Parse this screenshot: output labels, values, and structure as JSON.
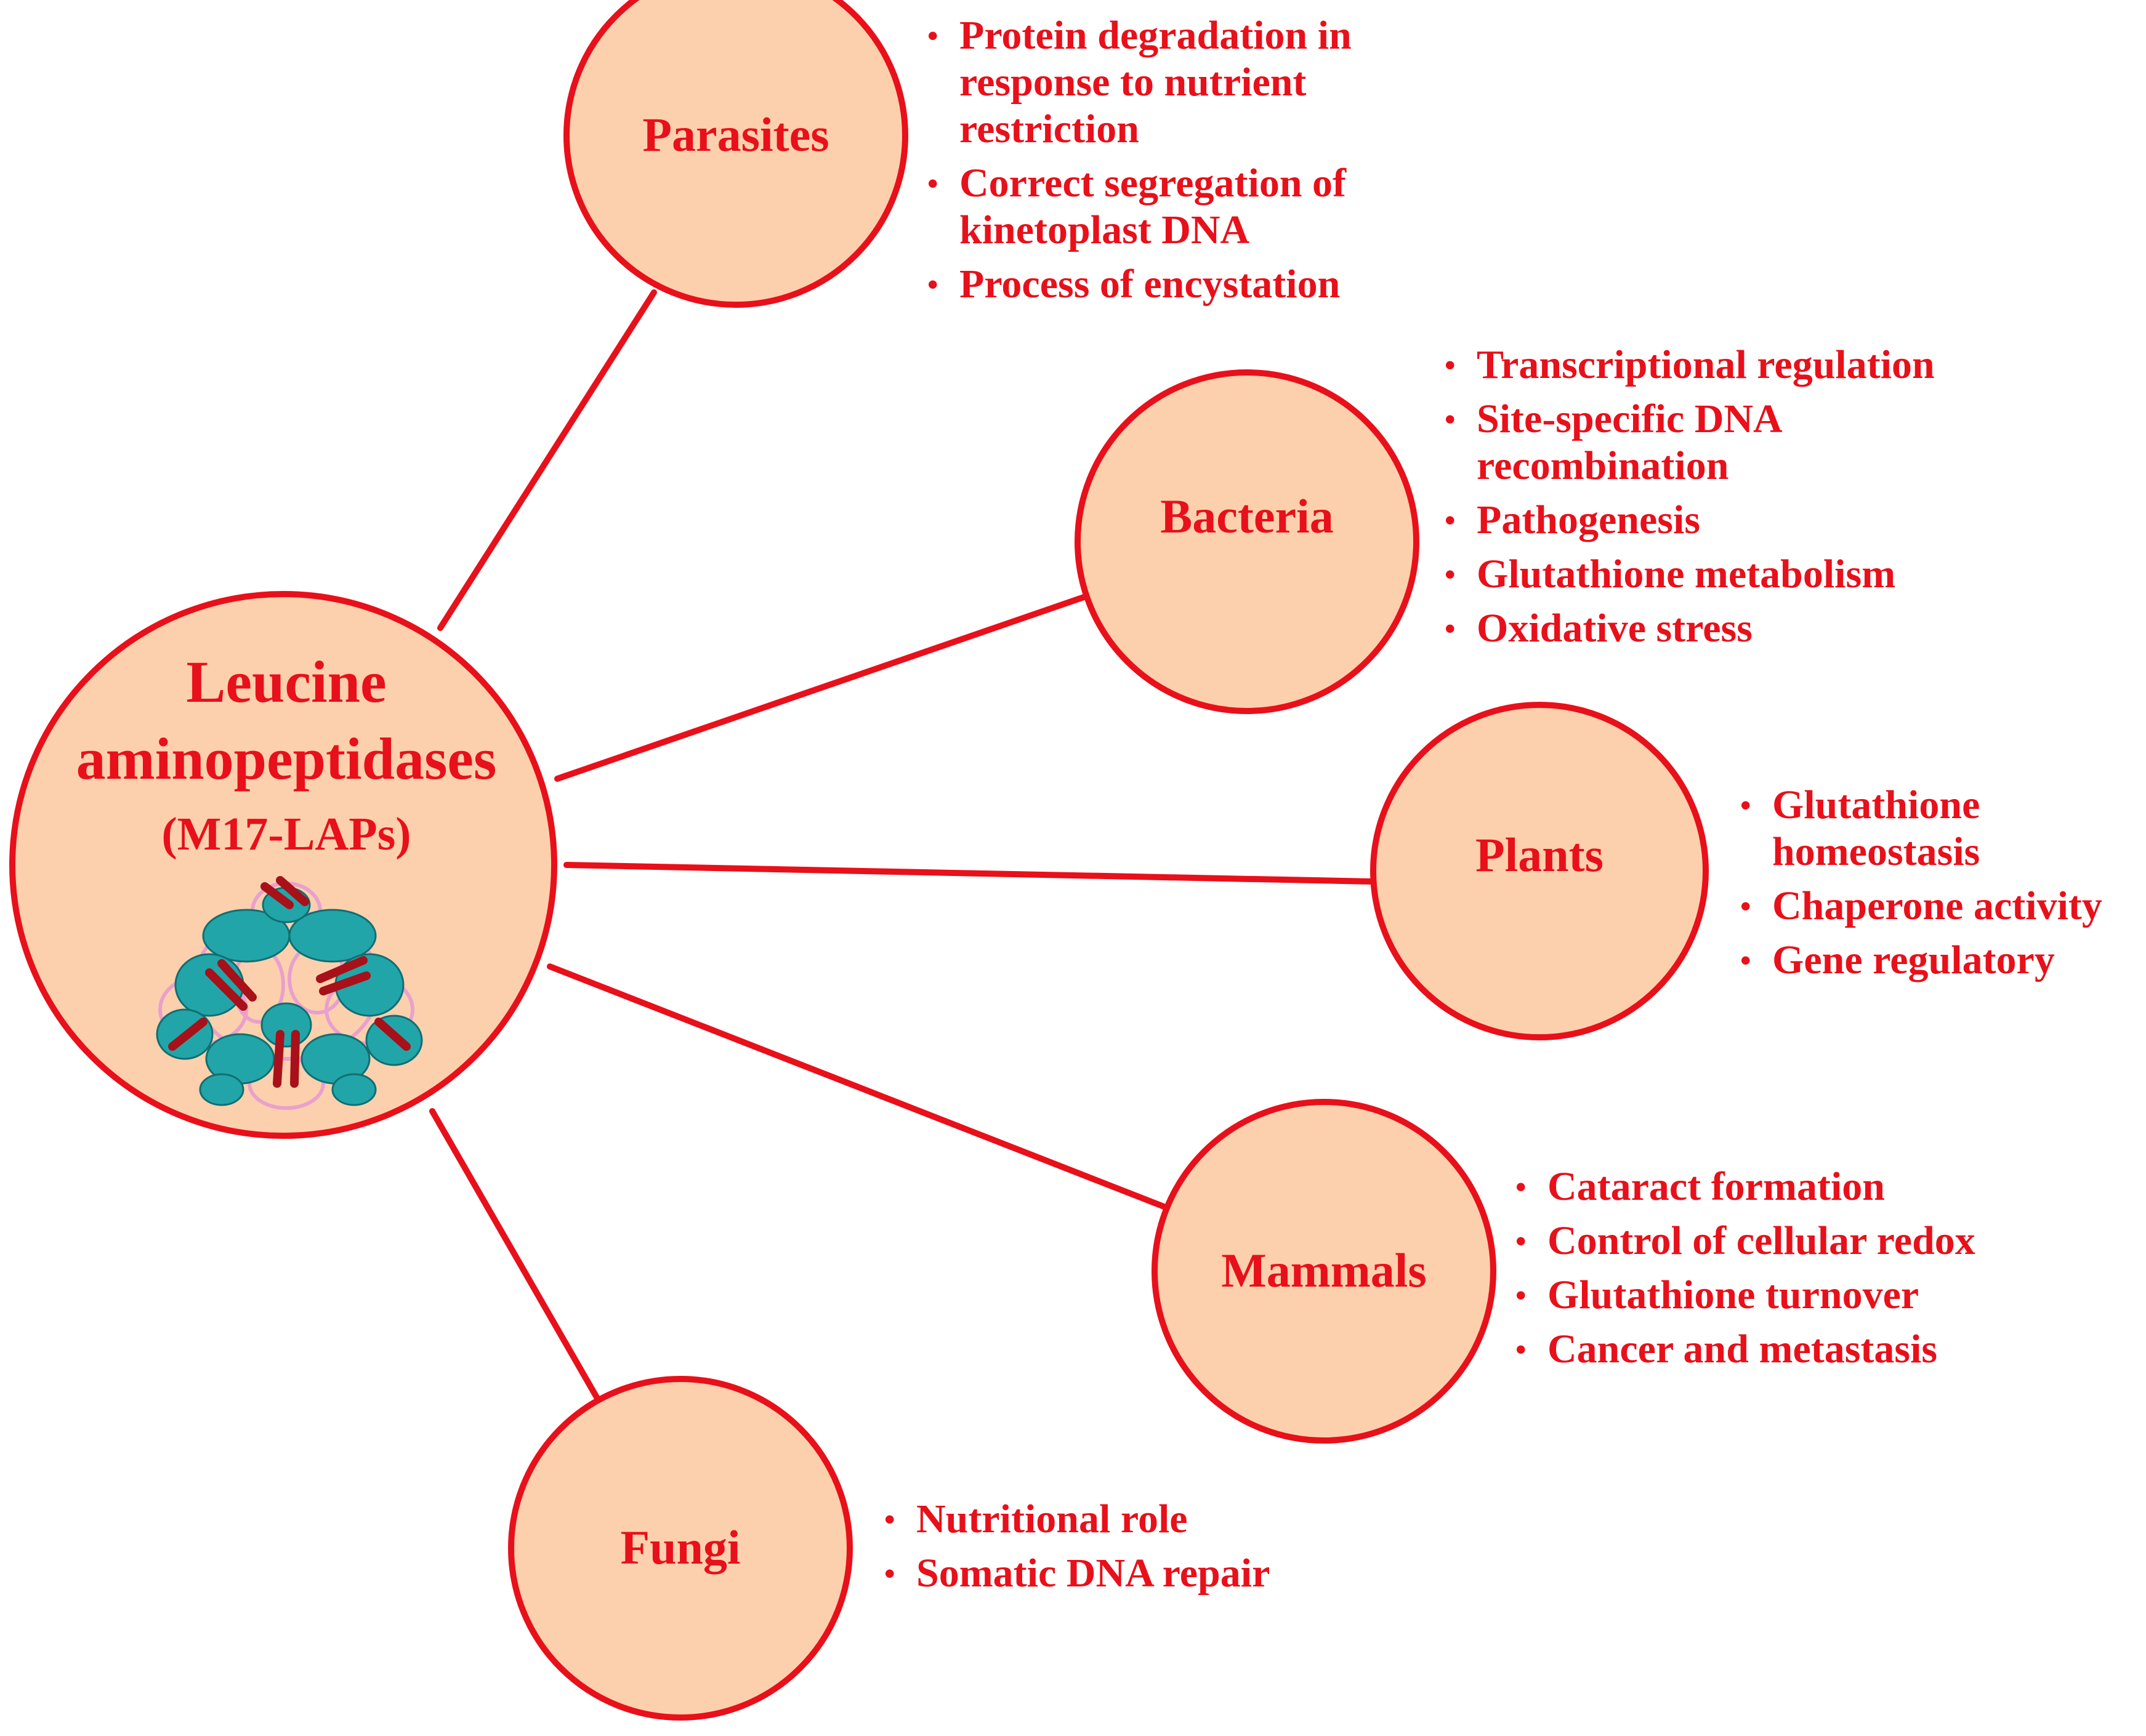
{
  "colors": {
    "accent": "#e8101a",
    "fill": "#fdd0ad",
    "protein_teal": "#22a5a8",
    "protein_pink": "#e79bd0",
    "protein_red": "#a8101a"
  },
  "center": {
    "title_line1": "Leucine",
    "title_line2": "aminopeptidases",
    "subtitle": "(M17-LAPs)",
    "image_icon": "protein-structure-icon"
  },
  "nodes": {
    "parasites": {
      "label": "Parasites",
      "items": [
        "Protein degradation in response to nutrient restriction",
        "Correct segregation of kinetoplast DNA",
        "Process of encystation"
      ]
    },
    "bacteria": {
      "label": "Bacteria",
      "items": [
        "Transcriptional regulation",
        "Site-specific DNA recombination",
        "Pathogenesis",
        "Glutathione metabolism",
        "Oxidative stress"
      ]
    },
    "plants": {
      "label": "Plants",
      "items": [
        "Glutathione homeostasis",
        "Chaperone activity",
        "Gene regulatory"
      ]
    },
    "mammals": {
      "label": "Mammals",
      "items": [
        "Cataract formation",
        "Control of cellular redox",
        "Glutathione turnover",
        " Cancer and metastasis"
      ]
    },
    "fungi": {
      "label": "Fungi",
      "items": [
        "Nutritional role",
        "Somatic DNA repair"
      ]
    }
  }
}
